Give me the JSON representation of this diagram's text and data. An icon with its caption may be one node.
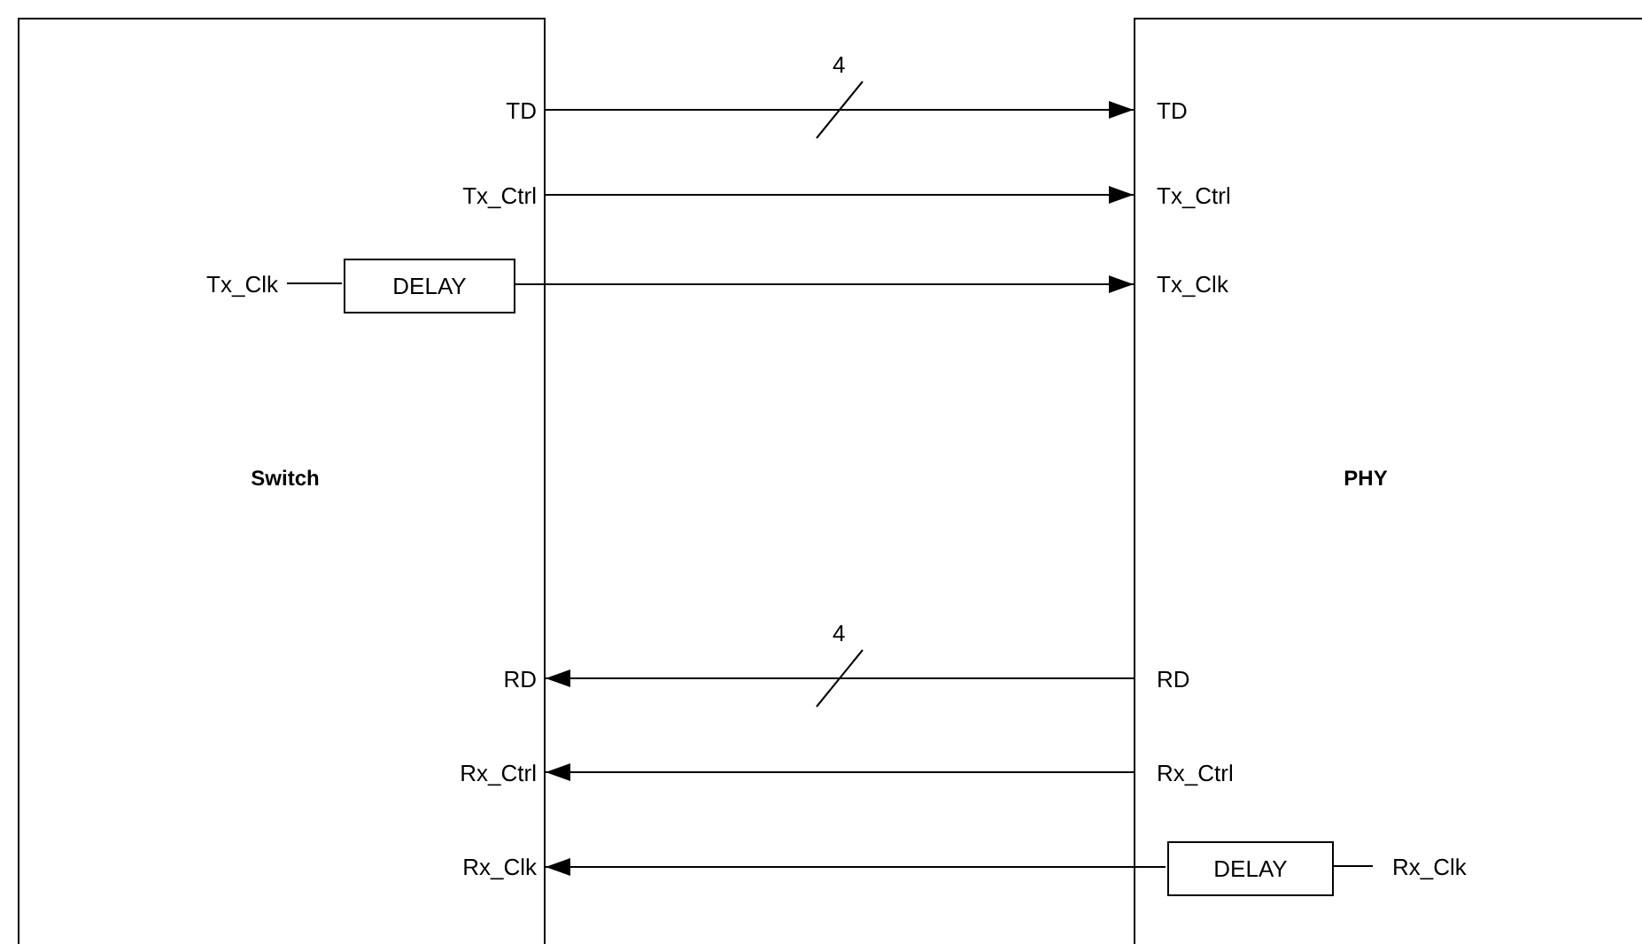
{
  "diagram": {
    "nodes": [
      {
        "text": [
          "Switch"
        ]
      },
      {
        "text": [
          "TD"
        ],
        "in": 0
      },
      {
        "text": [
          "Tx_Ctrl"
        ],
        "in": 0
      },
      {
        "text": [
          "Tx_Clk"
        ],
        "in": 0
      },
      {
        "text": [
          "DELAY"
        ],
        "in": 0
      },
      {
        "text": [
          "RD"
        ],
        "in": 0
      },
      {
        "text": [
          "Rx_Ctrl"
        ],
        "in": 0
      },
      {
        "text": [
          "Rx_Clk"
        ],
        "in": 0
      },
      {
        "text": [
          "PHY"
        ]
      },
      {
        "text": [
          "TD"
        ],
        "in": 8
      },
      {
        "text": [
          "Tx_Ctrl"
        ],
        "in": 8
      },
      {
        "text": [
          "Tx_Clk"
        ],
        "in": 8
      },
      {
        "text": [
          "RD"
        ],
        "in": 8
      },
      {
        "text": [
          "Rx_Ctrl"
        ],
        "in": 8
      },
      {
        "text": [
          "DELAY"
        ],
        "in": 8
      },
      {
        "text": [
          "Rx_Clk"
        ],
        "in": 8
      }
    ],
    "edges": [
      {
        "from": 1,
        "to": 9,
        "arrow": "to",
        "label": "4"
      },
      {
        "from": 2,
        "to": 10,
        "arrow": "to"
      },
      {
        "from": 3,
        "to": 4,
        "arrow": "none"
      },
      {
        "from": 4,
        "to": 11,
        "arrow": "to"
      },
      {
        "from": 12,
        "to": 5,
        "arrow": "to",
        "label": "4"
      },
      {
        "from": 13,
        "to": 6,
        "arrow": "to"
      },
      {
        "from": 15,
        "to": 14,
        "arrow": "none"
      },
      {
        "from": 14,
        "to": 7,
        "arrow": "to"
      }
    ]
  }
}
